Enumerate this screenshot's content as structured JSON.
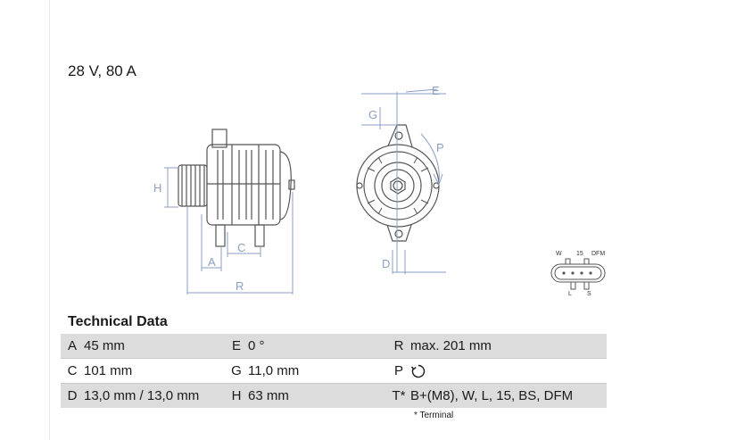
{
  "header": {
    "voltage_current": "28 V, 80 A"
  },
  "drawing": {
    "dimension_letters": {
      "h": "H",
      "a": "A",
      "c": "C",
      "r": "R",
      "e": "E",
      "g": "G",
      "p": "P",
      "d": "D"
    },
    "connector_labels": {
      "w": "W",
      "p15": "15",
      "dfm": "DFM",
      "l": "L",
      "s": "S"
    }
  },
  "technical_data": {
    "title": "Technical Data",
    "rows": [
      {
        "k1": "A",
        "v1": "45 mm",
        "k2": "E",
        "v2": "0 °",
        "k3": "R",
        "v3": "max. 201 mm"
      },
      {
        "k1": "C",
        "v1": "101 mm",
        "k2": "G",
        "v2": "11,0 mm",
        "k3": "P",
        "v3_icon": "clockwise-rotation-icon"
      },
      {
        "k1": "D",
        "v1": "13,0 mm / 13,0 mm",
        "k2": "H",
        "v2": "63 mm",
        "k3": "T*",
        "v3": "B+(M8), W, L, 15, BS, DFM"
      }
    ],
    "footnote": "* Terminal"
  }
}
